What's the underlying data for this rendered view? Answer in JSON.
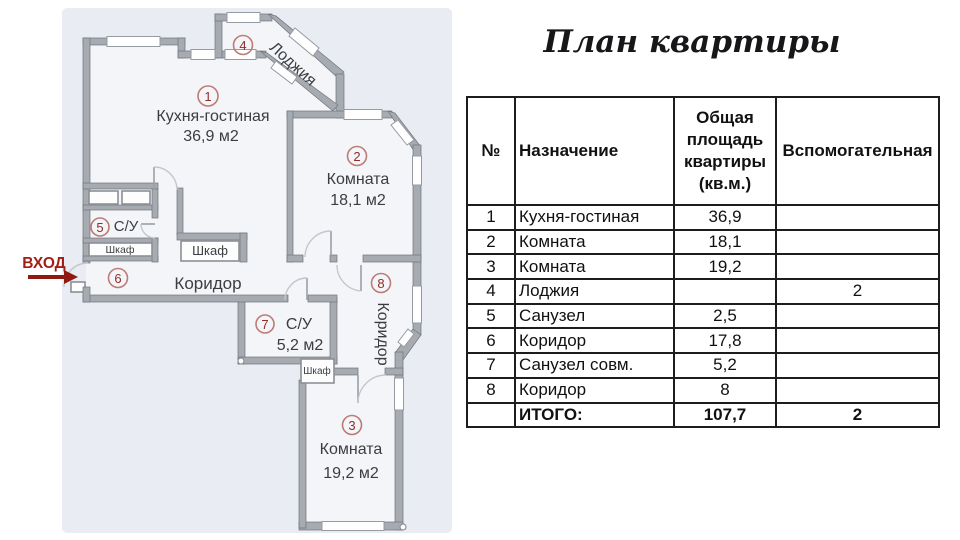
{
  "title": "План квартиры",
  "plan": {
    "entrance": "ВХОД",
    "corridor_label": "Коридор",
    "closet_label": "Шкаф",
    "room1": {
      "num": "1",
      "name": "Кухня-гостиная",
      "area": "36,9 м2"
    },
    "room2": {
      "num": "2",
      "name": "Комната",
      "area": "18,1 м2"
    },
    "room3": {
      "num": "3",
      "name": "Комната",
      "area": "19,2 м2"
    },
    "room4": {
      "num": "4",
      "name": "Лоджия"
    },
    "room5": {
      "num": "5",
      "name": "С/У"
    },
    "room6": {
      "num": "6"
    },
    "room7": {
      "num": "7",
      "name": "С/У",
      "area": "5,2 м2"
    },
    "room8": {
      "num": "8",
      "name": "Коридор"
    }
  },
  "table": {
    "headers": [
      "№",
      "Назначение",
      "Общая площадь квартиры (кв.м.)",
      "Вспомогательная"
    ],
    "rows": [
      [
        "1",
        "Кухня-гостиная",
        "36,9",
        ""
      ],
      [
        "2",
        "Комната",
        "18,1",
        ""
      ],
      [
        "3",
        "Комната",
        "19,2",
        ""
      ],
      [
        "4",
        "Лоджия",
        "",
        "2"
      ],
      [
        "5",
        "Санузел",
        "2,5",
        ""
      ],
      [
        "6",
        "Коридор",
        "17,8",
        ""
      ],
      [
        "7",
        "Санузел совм.",
        "5,2",
        ""
      ],
      [
        "8",
        "Коридор",
        "8",
        ""
      ],
      [
        "",
        "ИТОГО:",
        "107,7",
        "2"
      ]
    ]
  },
  "colors": {
    "panel_bg": "#e9ecf2",
    "room_bg": "#f4f5f8",
    "wall_gray": "#a6aab1",
    "entrance_red": "#a21e15",
    "circle_red": "#bd7b76",
    "digit_red": "#8e2f28",
    "table_border": "#1d1d1d"
  }
}
